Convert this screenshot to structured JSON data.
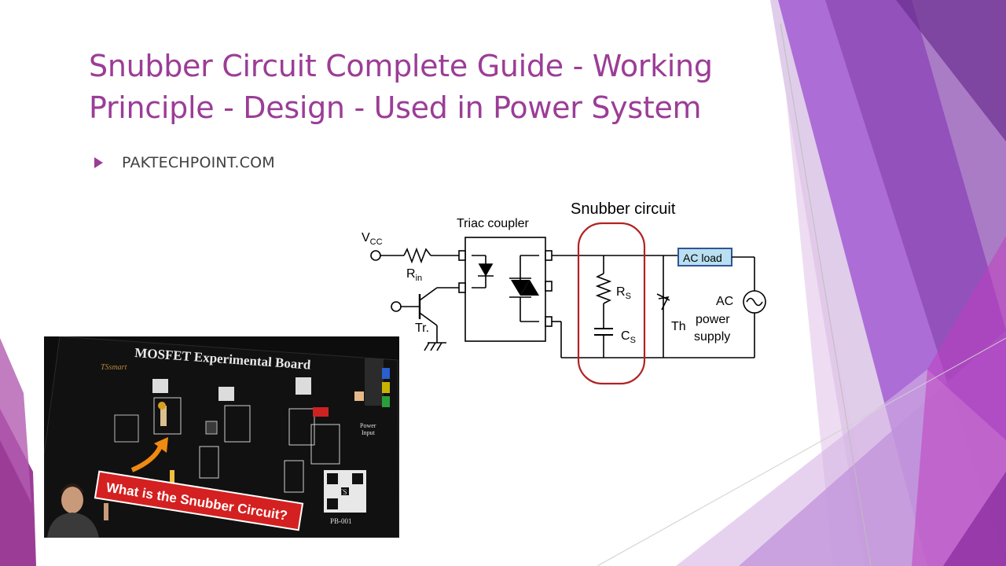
{
  "slide": {
    "title_line1": "Snubber Circuit Complete Guide - Working",
    "title_line2": "Principle - Design - Used in Power System",
    "bullet": "PAKTECHPOINT.COM"
  },
  "circuit": {
    "heading": "Snubber circuit",
    "coupler_label": "Triac coupler",
    "vcc": "V",
    "vcc_sub": "CC",
    "rin": "R",
    "rin_sub": "in",
    "transistor": "Tr.",
    "rs": "R",
    "rs_sub": "S",
    "cs": "C",
    "cs_sub": "S",
    "th": "Th",
    "ac_load": "AC load",
    "supply_line1": "AC",
    "supply_line2": "power",
    "supply_line3": "supply"
  },
  "thumbnail": {
    "board_title": "MOSFET Experimental Board",
    "brand": "TSsmart",
    "banner": "What is the Snubber Circuit?",
    "power_input_line1": "Power",
    "power_input_line2": "Input",
    "board_code": "PB-001",
    "qr_mark": "TS"
  },
  "colors": {
    "accent": "#9b3d97",
    "snubber_outline": "#b22222",
    "ac_load_fill": "#b9dff0",
    "ac_load_border": "#2f5597",
    "banner_red": "#d42020"
  }
}
